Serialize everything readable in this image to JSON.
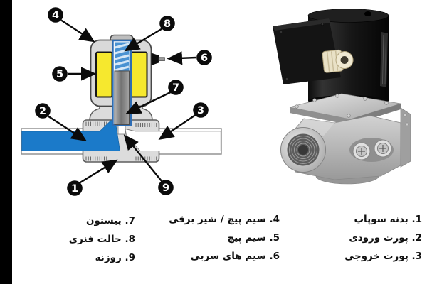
{
  "diagram": {
    "callout_labels": [
      "1",
      "2",
      "3",
      "4",
      "5",
      "6",
      "7",
      "8",
      "9"
    ],
    "colors": {
      "fluid": "#1b7ac9",
      "coil": "#f6e82e",
      "spring": "#4a92d2",
      "housing": "#d9d9d9",
      "body_metal": "#dcdcdc",
      "plunger_dark": "#7a7a7a",
      "callout": "#0b0b0b"
    }
  },
  "legend": {
    "col1": [
      "1. بدنه سوپاپ",
      "2. پورت ورودی",
      "3. پورت خروجی"
    ],
    "col2": [
      "4. سیم پیچ / شیر برقی",
      "5. سیم پیچ",
      "6. سیم های سربی"
    ],
    "col3": [
      "7. پیستون",
      "8. حالت فنری",
      "9. روزنه"
    ]
  }
}
